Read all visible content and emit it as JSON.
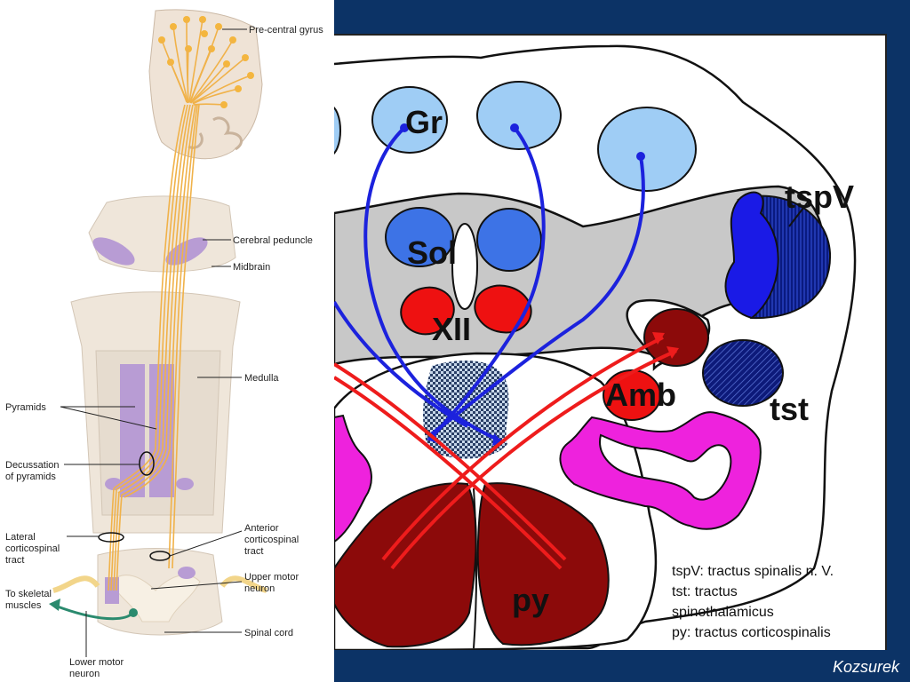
{
  "left_labels": {
    "precentral": "Pre-central gyrus",
    "cerebral_peduncle": "Cerebral peduncle",
    "midbrain": "Midbrain",
    "medulla": "Medulla",
    "pyramids": "Pyramids",
    "decussation_1": "Decussation",
    "decussation_2": "of pyramids",
    "lateral_1": "Lateral",
    "lateral_2": "corticospinal",
    "lateral_3": "tract",
    "anterior_1": "Anterior",
    "anterior_2": "corticospinal",
    "anterior_3": "tract",
    "upper_1": "Upper motor",
    "upper_2": "neuron",
    "skeletal_1": "To skeletal",
    "skeletal_2": "muscles",
    "spinal_cord": "Spinal cord",
    "lower_1": "Lower motor",
    "lower_2": "neuron"
  },
  "section_labels": {
    "gr": "Gr",
    "sol": "Sol",
    "xii": "XII",
    "amb": "Amb",
    "tspv": "tspV",
    "tst": "tst",
    "py": "py"
  },
  "legend": {
    "line1": "tspV: tractus spinalis n. V.",
    "line2": "tst: tractus",
    "line3": "spinothalamicus",
    "line4": "py: tractus corticospinalis"
  },
  "author": "Kozsurek",
  "colors": {
    "background": "#0c3366",
    "light_blue_nuclei": "#9fcdf5",
    "blue_nuclei": "#3d73e6",
    "red_nuclei": "#ee1111",
    "pyramid_dark_red": "#8c0a0a",
    "tract_blue": "#1c22dd",
    "tract_red": "#ee1c1c",
    "magenta_olive": "#ee22dd",
    "gray_tegmentum": "#c8c8c8",
    "purple_pyramid": "#b89cd4",
    "tan_tissue": "#efe6da",
    "orange_axon": "#f0b24a"
  }
}
